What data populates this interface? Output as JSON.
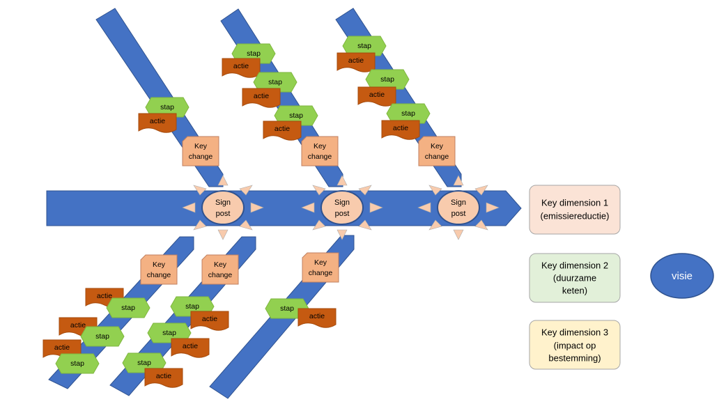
{
  "labels": {
    "stap": "stap",
    "actie": "actie",
    "key_change_line1": "Key",
    "key_change_line2": "change",
    "signpost_line1": "Sign",
    "signpost_line2": "post"
  },
  "key_dimensions": [
    {
      "line1": "Key dimension 1",
      "line2": "(emissiereductie)",
      "line3": "",
      "fill": "#fbe3d6",
      "stroke": "#a6a6a6"
    },
    {
      "line1": "Key dimension 2",
      "line2": "(duurzame",
      "line3": "keten)",
      "fill": "#e2f0d9",
      "stroke": "#a6a6a6"
    },
    {
      "line1": "Key dimension 3",
      "line2": "(impact op",
      "line3": "bestemming)",
      "fill": "#fff2cc",
      "stroke": "#a6a6a6"
    }
  ],
  "visie": "visie",
  "colors": {
    "arrow": "#4472c4",
    "arrow_edge": "#2f528f",
    "stap": "#92d050",
    "actie": "#c55a11",
    "key_change": "#f4b183",
    "signpost": "#f8cbad",
    "visie": "#4472c4"
  }
}
